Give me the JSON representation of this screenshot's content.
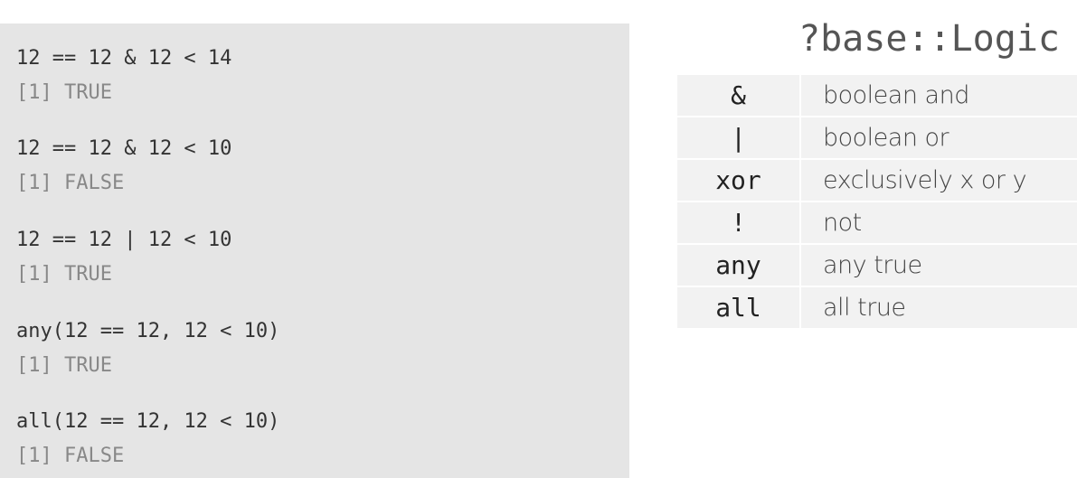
{
  "code_examples": [
    {
      "code": "12 == 12 & 12 < 14",
      "output": "[1] TRUE"
    },
    {
      "code": "12 == 12 & 12 < 10",
      "output": "[1] FALSE"
    },
    {
      "code": "12 == 12 | 12 < 10",
      "output": "[1] TRUE"
    },
    {
      "code": "any(12 == 12, 12 < 10)",
      "output": "[1] TRUE"
    },
    {
      "code": "all(12 == 12, 12 < 10)",
      "output": "[1] FALSE"
    }
  ],
  "title": "?base::Logic",
  "operators": [
    {
      "op": "&",
      "desc": "boolean and"
    },
    {
      "op": "|",
      "desc": "boolean or"
    },
    {
      "op": "xor",
      "desc": "exclusively x or y"
    },
    {
      "op": "!",
      "desc": "not"
    },
    {
      "op": "any",
      "desc": "any true"
    },
    {
      "op": "all",
      "desc": "all true"
    }
  ],
  "colors": {
    "code_panel_bg": "#e5e5e5",
    "table_row_bg": "#f2f2f2",
    "code_text": "#333333",
    "output_text": "#888888"
  }
}
